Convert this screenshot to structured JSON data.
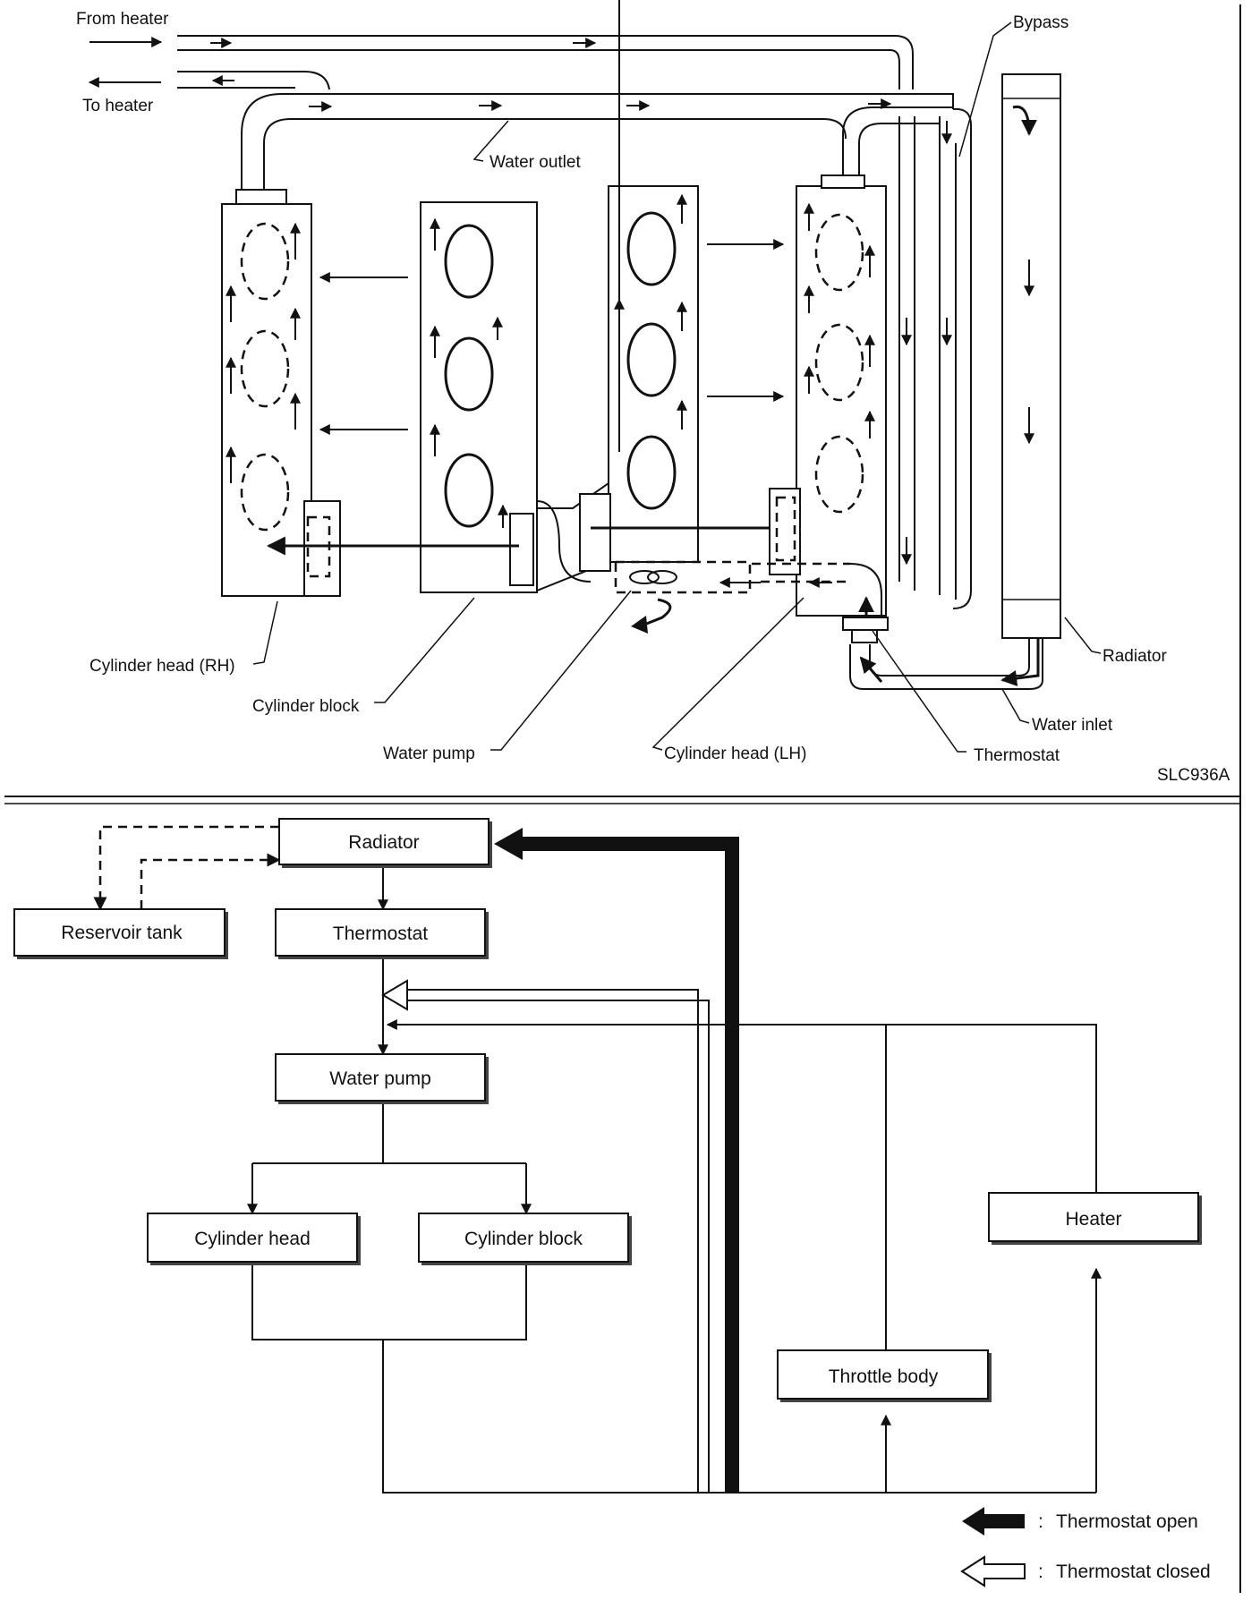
{
  "top_diagram": {
    "labels": {
      "from_heater": "From heater",
      "to_heater": "To heater",
      "bypass": "Bypass",
      "water_outlet": "Water outlet",
      "cylinder_head_rh": "Cylinder head (RH)",
      "cylinder_block": "Cylinder block",
      "water_pump": "Water pump",
      "cylinder_head_lh": "Cylinder head (LH)",
      "thermostat": "Thermostat",
      "water_inlet": "Water inlet",
      "radiator": "Radiator"
    },
    "figure_code": "SLC936A"
  },
  "flow_chart": {
    "nodes": {
      "radiator": "Radiator",
      "reservoir_tank": "Reservoir tank",
      "thermostat": "Thermostat",
      "water_pump": "Water pump",
      "cylinder_head": "Cylinder head",
      "cylinder_block": "Cylinder block",
      "heater": "Heater",
      "throttle_body": "Throttle body"
    },
    "legend": [
      {
        "icon": "filled-arrow-icon",
        "separator": ":",
        "label": "Thermostat open"
      },
      {
        "icon": "hollow-arrow-icon",
        "separator": ":",
        "label": "Thermostat closed"
      }
    ]
  }
}
